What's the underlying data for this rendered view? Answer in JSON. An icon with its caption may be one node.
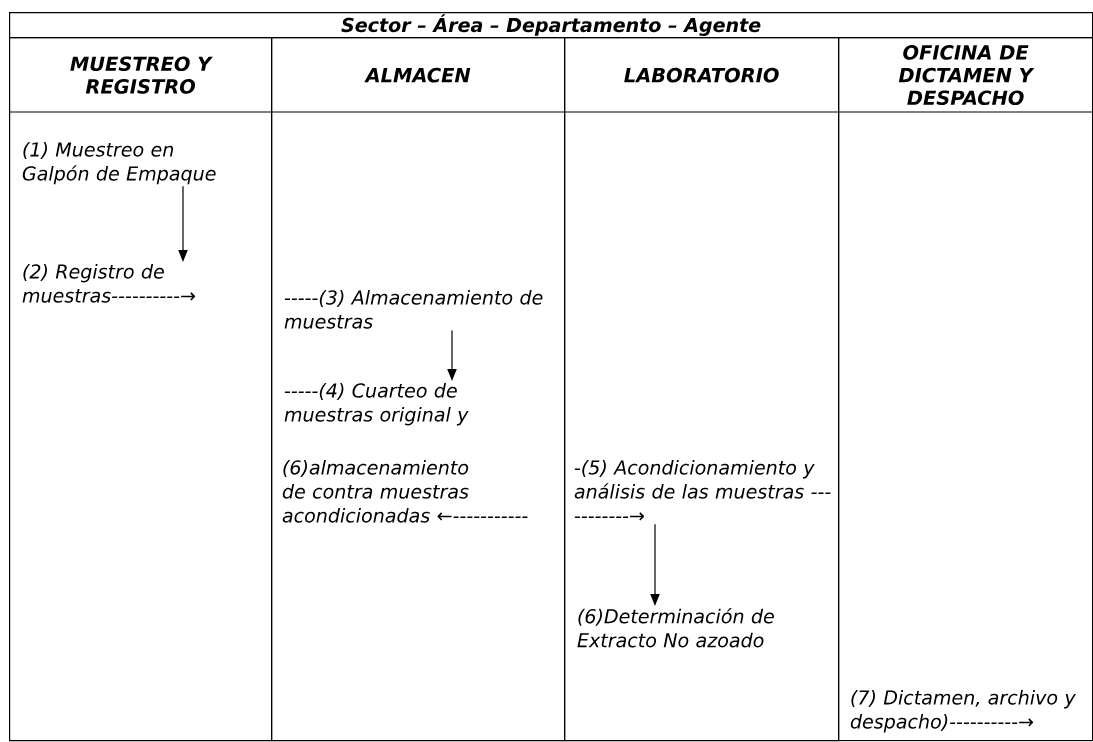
{
  "diagram": {
    "title": "Sector – Área – Departamento – Agente",
    "nodes": [
      {
        "text": [
          "MUESTREO Y REGISTRO"
        ]
      },
      {
        "text": [
          "ALMACEN"
        ]
      },
      {
        "text": [
          "LABORATORIO"
        ]
      },
      {
        "text": [
          "OFICINA DE DICTAMEN Y DESPACHO"
        ]
      },
      {
        "text": [
          "(1) Muestreo en Galpón de Empaque"
        ],
        "in": 0
      },
      {
        "text": [
          "(2) Registro de muestras----------→"
        ],
        "in": 0
      },
      {
        "text": [
          "-----(3) Almacenamiento de muestras"
        ],
        "in": 1
      },
      {
        "text": [
          "-----(4) Cuarteo de muestras original y"
        ],
        "in": 1
      },
      {
        "text": [
          "(6)almacenamiento de contra muestras acondicionadas ←-----------"
        ],
        "in": 1
      },
      {
        "text": [
          "-(5) Acondicionamiento y análisis de las muestras -----------→"
        ],
        "in": 2
      },
      {
        "text": [
          "(6)Determinación de Extracto No azoado"
        ],
        "in": 2
      },
      {
        "text": [
          "(7) Dictamen, archivo y despacho)----------→"
        ],
        "in": 3
      }
    ],
    "edges": [
      {
        "from": 4,
        "to": 5,
        "arrow": "to"
      },
      {
        "from": 6,
        "to": 7,
        "arrow": "to"
      },
      {
        "from": 9,
        "to": 10,
        "arrow": "to"
      }
    ]
  }
}
